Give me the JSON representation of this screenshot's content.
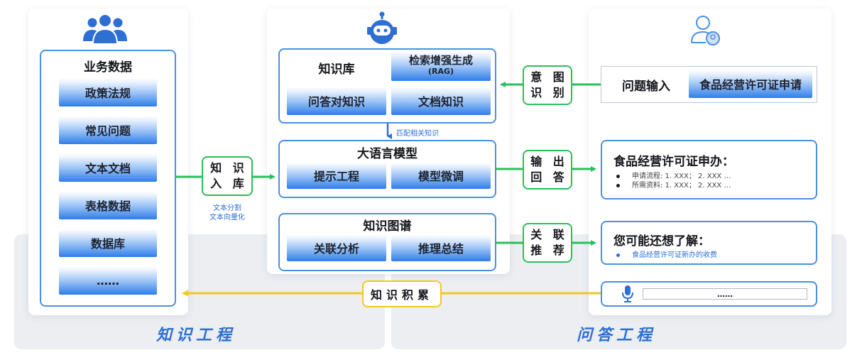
{
  "left": {
    "section_title": "知识工程",
    "icon": "team-icon",
    "business_data": {
      "title": "业务数据",
      "items": [
        "政策法规",
        "常见问题",
        "文本文档",
        "表格数据",
        "数据库",
        "……"
      ]
    },
    "ingest": {
      "label_line1": "知 识",
      "label_line2": "入 库",
      "note_line1": "文本分割",
      "note_line2": "文本向量化"
    }
  },
  "middle": {
    "icon": "robot-icon",
    "knowledge_base": {
      "title": "知识库",
      "rag_title": "检索增强生成",
      "rag_sub": "(RAG)",
      "qa_knowledge": "问答对知识",
      "doc_knowledge": "文档知识"
    },
    "match_label": "匹配相关知识",
    "llm": {
      "title": "大语言模型",
      "prompt_engineering": "提示工程",
      "fine_tuning": "模型微调"
    },
    "knowledge_graph": {
      "title": "知识图谱",
      "association_analysis": "关联分析",
      "reasoning_summary": "推理总结"
    }
  },
  "connectors": {
    "intent": {
      "line1": "意 图",
      "line2": "识 别"
    },
    "output": {
      "line1": "输 出",
      "line2": "回 答"
    },
    "recommend": {
      "line1": "关 联",
      "line2": "推 荐"
    },
    "accumulate": "知识积累"
  },
  "right": {
    "section_title": "问答工程",
    "icon": "user-group-icon",
    "question_input": {
      "label": "问题输入",
      "value": "食品经营许可证申请"
    },
    "answer": {
      "title": "食品经营许可证申办：",
      "lines": [
        "申请流程: 1. XXX；  2. XXX …",
        "所需资料: 1. XXX；  2. XXX …"
      ]
    },
    "suggest": {
      "title": "您可能还想了解：",
      "items": [
        "食品经营许可证新办的收费"
      ]
    },
    "voice_input": {
      "mic_icon": "microphone-icon",
      "placeholder": "……"
    }
  },
  "colors": {
    "blue_border": "#4a90e2",
    "green": "#28c05a",
    "yellow": "#f3c81f",
    "section_blue": "#2e6fd4"
  }
}
